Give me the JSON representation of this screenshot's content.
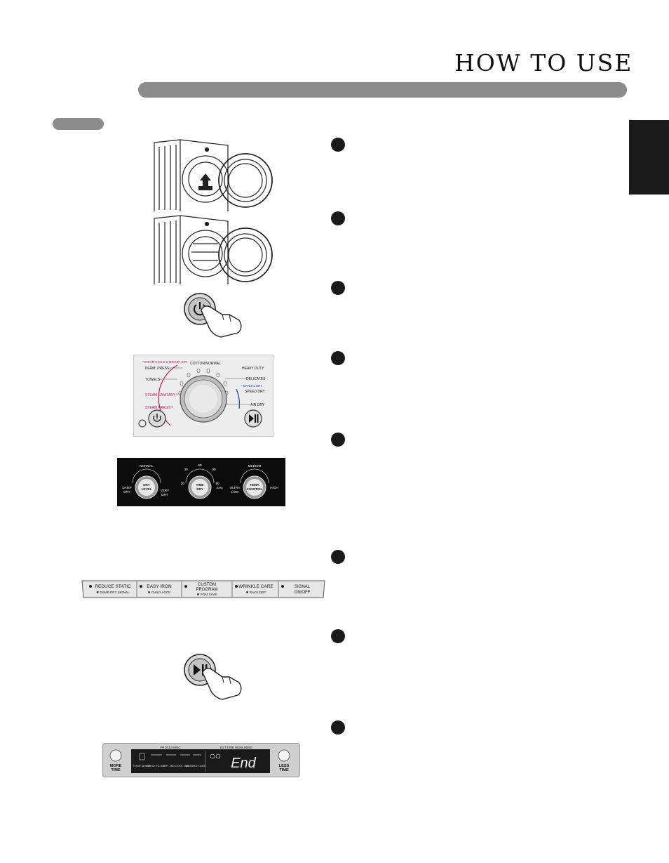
{
  "header": {
    "title": "HOW TO USE"
  },
  "control_panel": {
    "cycles": {
      "group_steam": "* STEAM CYCLE & SPEEDY DRY",
      "perm_press": "PERM. PRESS",
      "cotton_normal": "COTTON/NORMAL",
      "heavy_duty": "HEAVY DUTY",
      "towels": "TOWELS",
      "delicates": "DELICATES",
      "group_manual": "* MANUAL DRY",
      "steam_sanitary": "STEAM SANITARY™",
      "speed_dry": "SPEED DRY",
      "steam_fresh": "STEAM FRESH™",
      "air_dry": "AIR DRY"
    },
    "icons": {
      "power": "power-icon",
      "start_pause": "play-pause-icon"
    }
  },
  "modifiers": {
    "dry_level": {
      "label_line1": "DRY",
      "label_line2": "LEVEL",
      "top": "NORMAL",
      "left_line1": "DAMP",
      "left_line2": "DRY",
      "right_line1": "VERY",
      "right_line2": "DRY"
    },
    "time_dry": {
      "label_line1": "TIME",
      "label_line2": "DRY",
      "top": "60",
      "tl": "30",
      "tr": "90",
      "left": "20",
      "right": "90",
      "right_sub": "(MIN)"
    },
    "temp_control": {
      "label_line1": "TEMP.",
      "label_line2": "CONTROL",
      "top": "MEDIUM",
      "left_line1": "ULTRA",
      "left_line2": "LOW",
      "right": "HIGH"
    }
  },
  "options": [
    {
      "main": "REDUCE STATIC",
      "sub": "✱ DAMP DRY SIGNAL"
    },
    {
      "main": "EASY IRON",
      "sub": "✱ CHILD LOCK"
    },
    {
      "main": "CUSTOM PROGRAM",
      "sub": "✱ PGM SAVE"
    },
    {
      "main": "WRINKLE CARE",
      "sub": "✱ RACK DRY"
    },
    {
      "main": "SIGNAL ON/OFF",
      "sub": ""
    }
  ],
  "display": {
    "more_time_line1": "MORE",
    "more_time_line2": "TIME",
    "less_time_line1": "LESS",
    "less_time_line2": "TIME",
    "processing": "PROCESSING",
    "est_time": "EST.TIME REMAINING",
    "stages": [
      "FLOW SENSE",
      "CHECK FILTER",
      "DRY -ING",
      "COOL -ING",
      "WRINKLE CARE"
    ],
    "readout": "End"
  },
  "steps": {
    "count": 8
  }
}
